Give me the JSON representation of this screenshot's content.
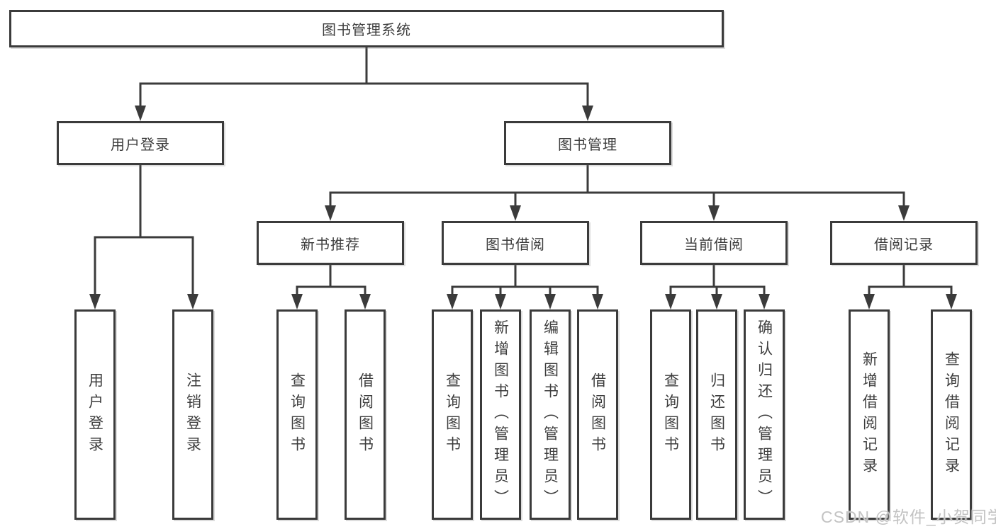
{
  "tree": {
    "root": {
      "label": "图书管理系统"
    },
    "branches": [
      {
        "label": "用户登录",
        "children": [
          {
            "label": "用户登录"
          },
          {
            "label": "注销登录"
          }
        ]
      },
      {
        "label": "图书管理",
        "sections": [
          {
            "label": "新书推荐",
            "children": [
              {
                "label": "查询图书"
              },
              {
                "label": "借阅图书"
              }
            ]
          },
          {
            "label": "图书借阅",
            "children": [
              {
                "label": "查询图书"
              },
              {
                "label": "新增图书（管理员）"
              },
              {
                "label": "编辑图书（管理员）"
              },
              {
                "label": "借阅图书"
              }
            ]
          },
          {
            "label": "当前借阅",
            "children": [
              {
                "label": "查询图书"
              },
              {
                "label": "归还图书"
              },
              {
                "label": "确认归还（管理员）"
              }
            ]
          },
          {
            "label": "借阅记录",
            "children": [
              {
                "label": "新增借阅记录"
              },
              {
                "label": "查询借阅记录"
              }
            ]
          }
        ]
      }
    ]
  },
  "watermark": {
    "text": "CSDN @软件_小贺同学"
  },
  "colors": {
    "line": "#3b3b3b",
    "text": "#3d3d3d",
    "watermark": "#c3c3c3",
    "background": "#ffffff"
  }
}
